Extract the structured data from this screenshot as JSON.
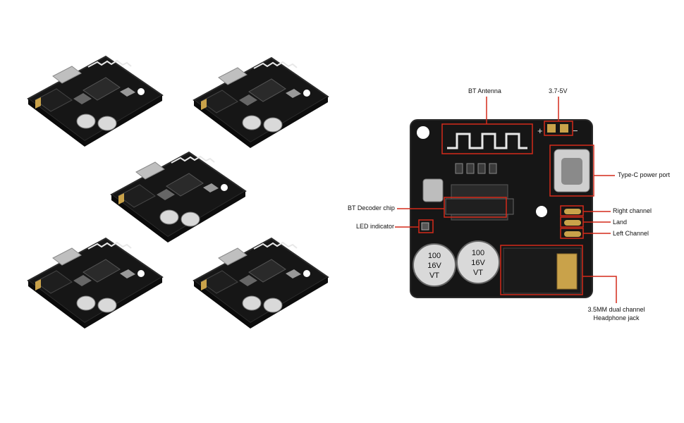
{
  "product": {
    "board_count": 5,
    "colors": {
      "pcb": "#161616",
      "pcb_edge": "#2a2a2a",
      "silkscreen": "#e8e8e8",
      "annotation": "#d42a1a",
      "gold": "#c9a24a",
      "capacitor_body": "#d9d9d9"
    }
  },
  "capacitor_marking": {
    "line1": "100",
    "line2": "16V",
    "line3": "VT"
  },
  "callouts": {
    "bt_antenna": "BT Antenna",
    "voltage": "3.7-5V",
    "type_c": "Type-C power port",
    "bt_decoder": "BT Decoder chip",
    "right_channel": "Right channel",
    "land": "Land",
    "led_indicator": "LED indicator",
    "left_channel": "Left Channel",
    "jack_line1": "3.5MM dual channel",
    "jack_line2": "Headphone jack"
  }
}
